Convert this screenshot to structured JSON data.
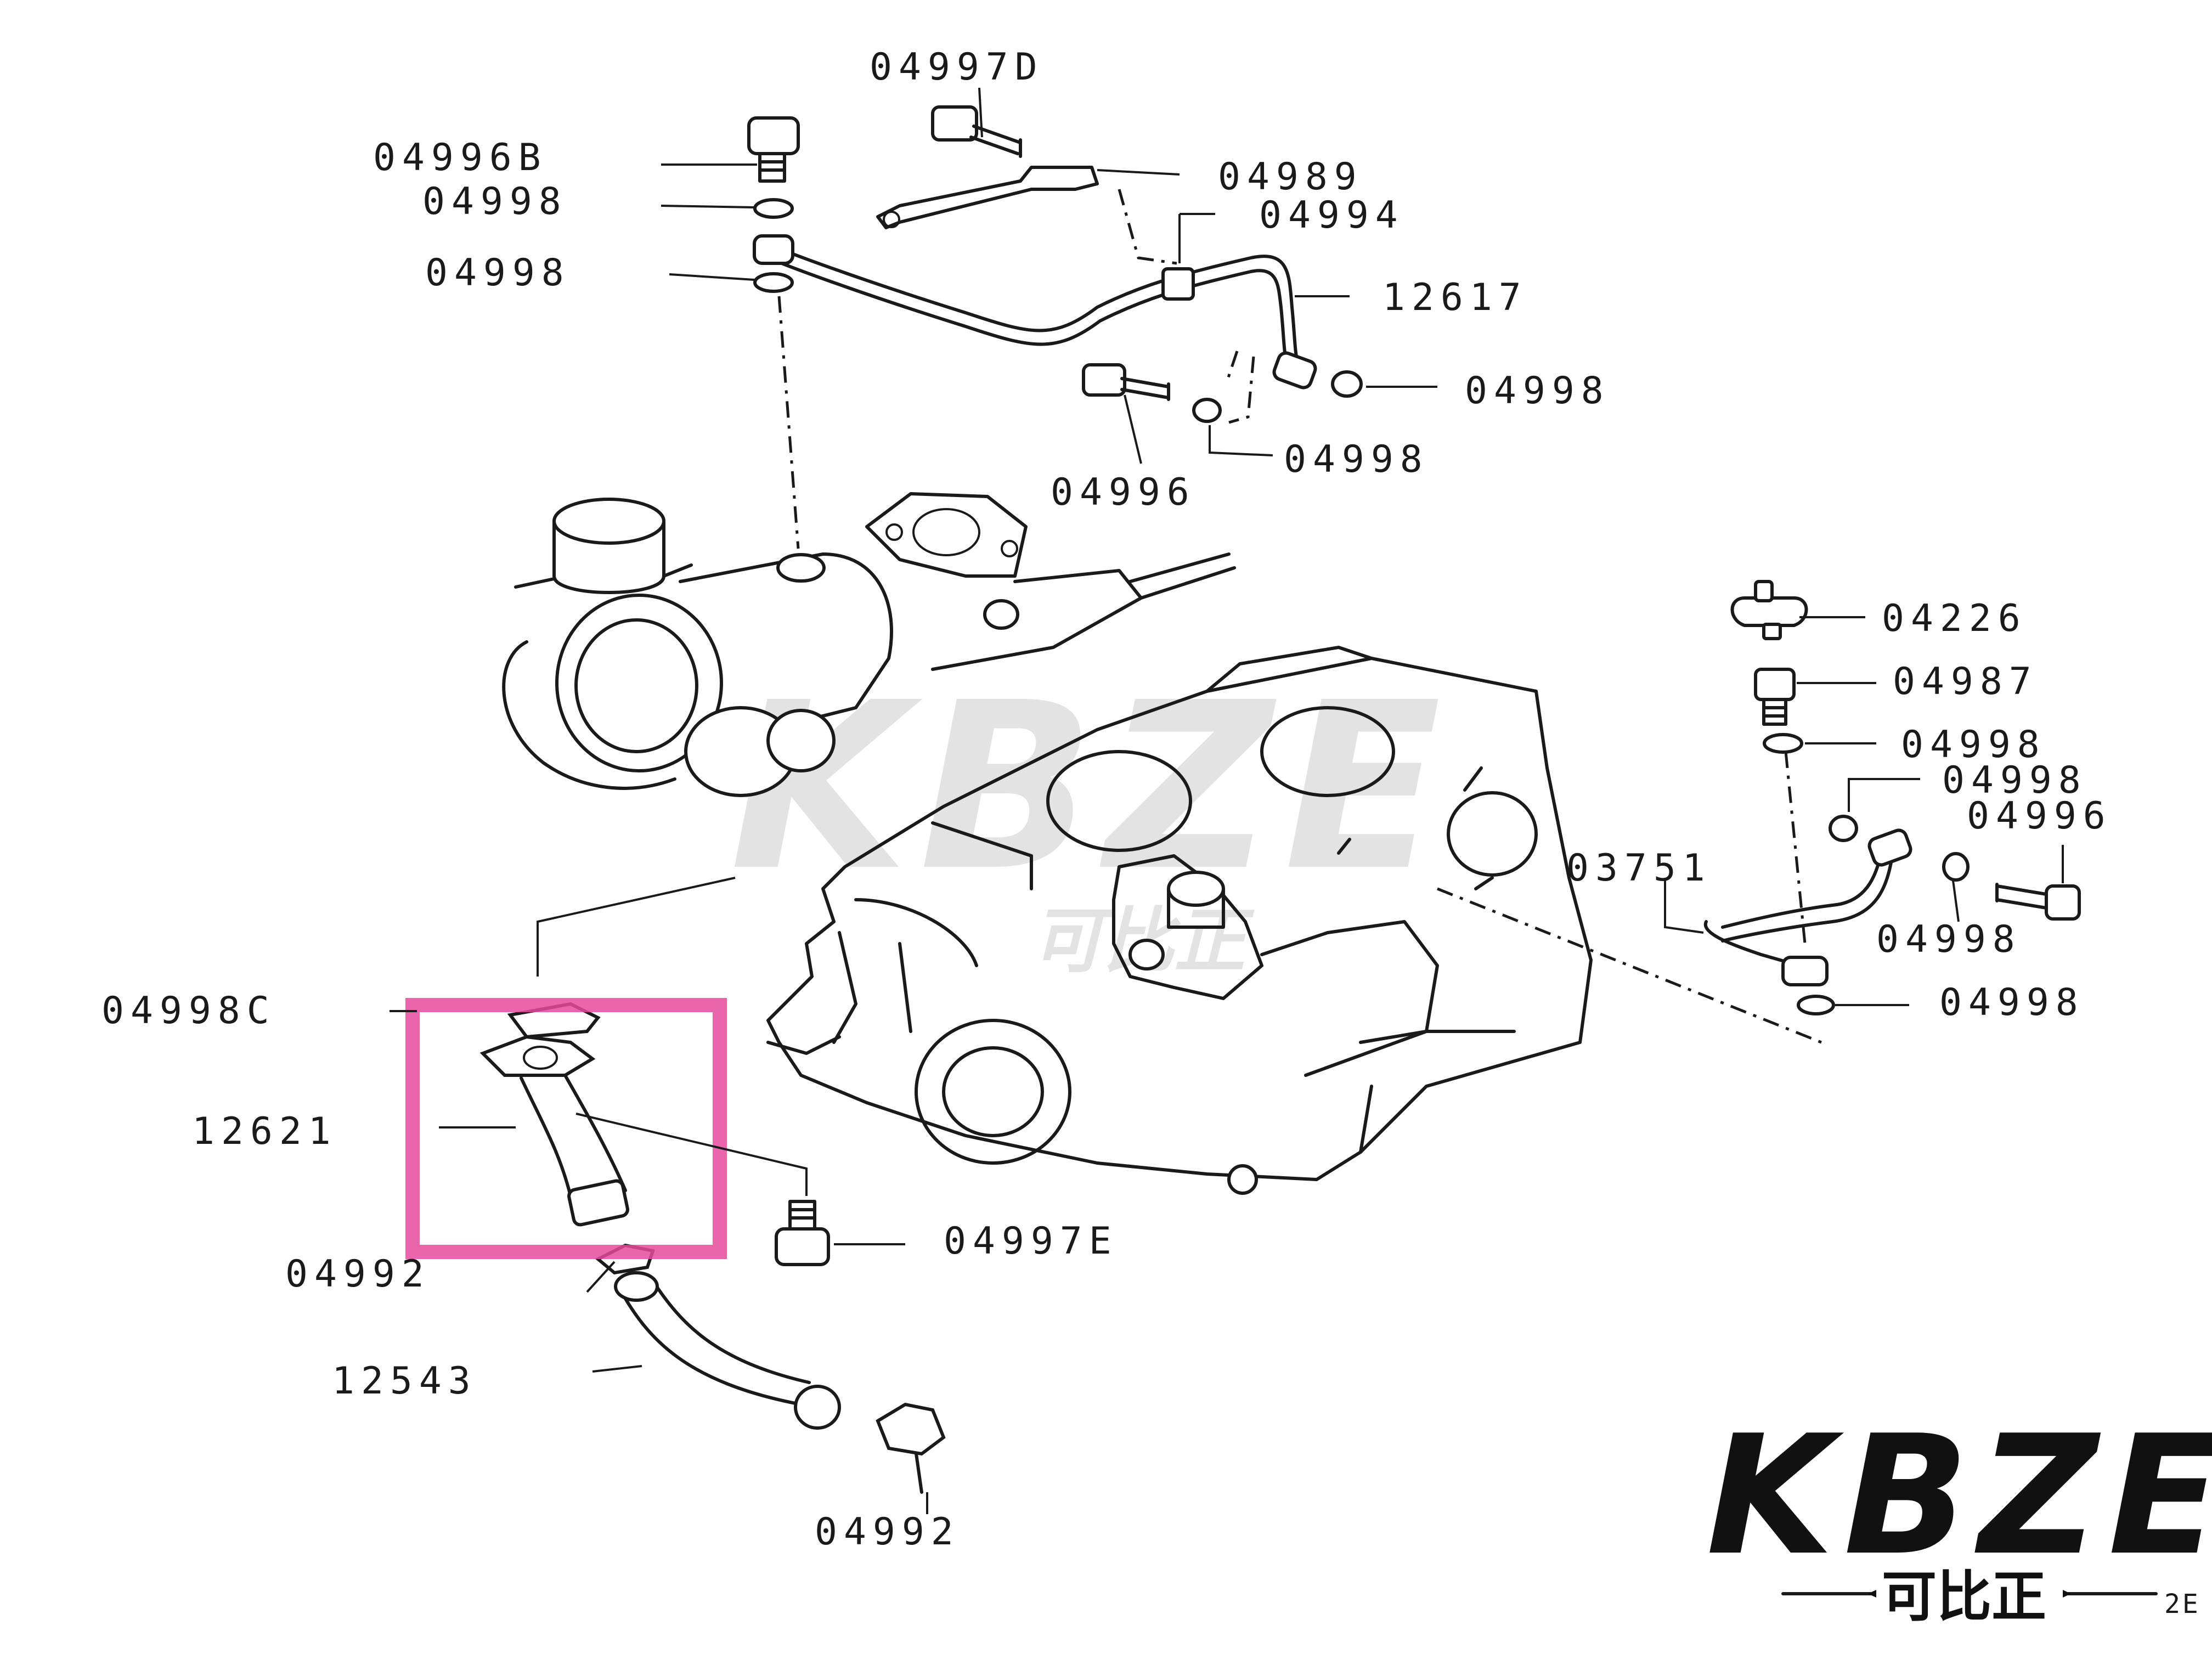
{
  "diagram": {
    "highlight_color": "#e84a9f",
    "line_color": "#1a1a1a",
    "labels": {
      "l_04997D": "04997D",
      "l_04996B": "04996B",
      "l_04998_a": "04998",
      "l_04998_b": "04998",
      "l_04989": "04989",
      "l_04994": "04994",
      "l_12617": "12617",
      "l_04998_c": "04998",
      "l_04998_d": "04998",
      "l_04996_a": "04996",
      "l_04226": "04226",
      "l_04987": "04987",
      "l_04998_e": "04998",
      "l_04998_f": "04998",
      "l_04996_b": "04996",
      "l_03751": "03751",
      "l_04998_g": "04998",
      "l_04998_h": "04998",
      "l_04998C": "04998C",
      "l_12621": "12621",
      "l_04997E": "04997E",
      "l_04992_a": "04992",
      "l_12543": "12543",
      "l_04992_b": "04992",
      "l_page_code": "2E"
    }
  },
  "watermark": {
    "text": "KBZE",
    "subtext": "可比正"
  },
  "logo": {
    "text": "KBZE",
    "subtext": "可比正",
    "color": "#111111"
  }
}
